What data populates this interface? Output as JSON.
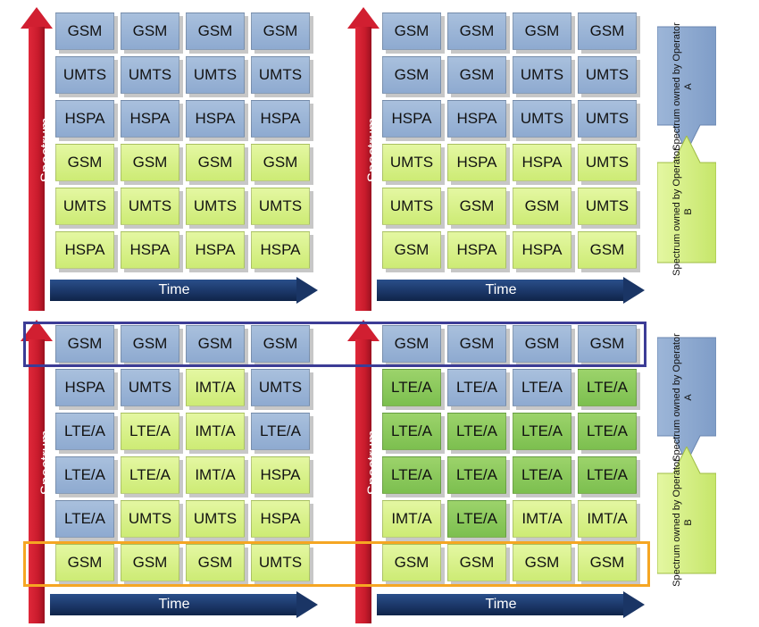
{
  "axis_labels": {
    "spectrum": "Spectrum",
    "time": "Time"
  },
  "colors": {
    "operator_a": "#8eaad0",
    "operator_b": "#cdeb75",
    "lte_highlight": "#7cbf4f",
    "spectrum_arrow": "#c81b2c",
    "time_arrow": "#1a3565",
    "top_highlight_box": "#3c3c96",
    "bottom_highlight_box": "#f5a623"
  },
  "legend": {
    "operator_a": "Spectrum owned by Operator A",
    "operator_b": "Spectrum owned by Operator B"
  },
  "panels": [
    {
      "rows": [
        [
          {
            "t": "GSM",
            "c": "blue"
          },
          {
            "t": "GSM",
            "c": "blue"
          },
          {
            "t": "GSM",
            "c": "blue"
          },
          {
            "t": "GSM",
            "c": "blue"
          }
        ],
        [
          {
            "t": "UMTS",
            "c": "blue"
          },
          {
            "t": "UMTS",
            "c": "blue"
          },
          {
            "t": "UMTS",
            "c": "blue"
          },
          {
            "t": "UMTS",
            "c": "blue"
          }
        ],
        [
          {
            "t": "HSPA",
            "c": "blue"
          },
          {
            "t": "HSPA",
            "c": "blue"
          },
          {
            "t": "HSPA",
            "c": "blue"
          },
          {
            "t": "HSPA",
            "c": "blue"
          }
        ],
        [
          {
            "t": "GSM",
            "c": "lime"
          },
          {
            "t": "GSM",
            "c": "lime"
          },
          {
            "t": "GSM",
            "c": "lime"
          },
          {
            "t": "GSM",
            "c": "lime"
          }
        ],
        [
          {
            "t": "UMTS",
            "c": "lime"
          },
          {
            "t": "UMTS",
            "c": "lime"
          },
          {
            "t": "UMTS",
            "c": "lime"
          },
          {
            "t": "UMTS",
            "c": "lime"
          }
        ],
        [
          {
            "t": "HSPA",
            "c": "lime"
          },
          {
            "t": "HSPA",
            "c": "lime"
          },
          {
            "t": "HSPA",
            "c": "lime"
          },
          {
            "t": "HSPA",
            "c": "lime"
          }
        ]
      ]
    },
    {
      "rows": [
        [
          {
            "t": "GSM",
            "c": "blue"
          },
          {
            "t": "GSM",
            "c": "blue"
          },
          {
            "t": "GSM",
            "c": "blue"
          },
          {
            "t": "GSM",
            "c": "blue"
          }
        ],
        [
          {
            "t": "GSM",
            "c": "blue"
          },
          {
            "t": "GSM",
            "c": "blue"
          },
          {
            "t": "UMTS",
            "c": "blue"
          },
          {
            "t": "UMTS",
            "c": "blue"
          }
        ],
        [
          {
            "t": "HSPA",
            "c": "blue"
          },
          {
            "t": "HSPA",
            "c": "blue"
          },
          {
            "t": "UMTS",
            "c": "blue"
          },
          {
            "t": "UMTS",
            "c": "blue"
          }
        ],
        [
          {
            "t": "UMTS",
            "c": "lime"
          },
          {
            "t": "HSPA",
            "c": "lime"
          },
          {
            "t": "HSPA",
            "c": "lime"
          },
          {
            "t": "UMTS",
            "c": "lime"
          }
        ],
        [
          {
            "t": "UMTS",
            "c": "lime"
          },
          {
            "t": "GSM",
            "c": "lime"
          },
          {
            "t": "GSM",
            "c": "lime"
          },
          {
            "t": "UMTS",
            "c": "lime"
          }
        ],
        [
          {
            "t": "GSM",
            "c": "lime"
          },
          {
            "t": "HSPA",
            "c": "lime"
          },
          {
            "t": "HSPA",
            "c": "lime"
          },
          {
            "t": "GSM",
            "c": "lime"
          }
        ]
      ]
    },
    {
      "rows": [
        [
          {
            "t": "GSM",
            "c": "blue"
          },
          {
            "t": "GSM",
            "c": "blue"
          },
          {
            "t": "GSM",
            "c": "blue"
          },
          {
            "t": "GSM",
            "c": "blue"
          }
        ],
        [
          {
            "t": "HSPA",
            "c": "blue"
          },
          {
            "t": "UMTS",
            "c": "blue"
          },
          {
            "t": "IMT/A",
            "c": "lime"
          },
          {
            "t": "UMTS",
            "c": "blue"
          }
        ],
        [
          {
            "t": "LTE/A",
            "c": "blue"
          },
          {
            "t": "LTE/A",
            "c": "lime"
          },
          {
            "t": "IMT/A",
            "c": "lime"
          },
          {
            "t": "LTE/A",
            "c": "blue"
          }
        ],
        [
          {
            "t": "LTE/A",
            "c": "blue"
          },
          {
            "t": "LTE/A",
            "c": "lime"
          },
          {
            "t": "IMT/A",
            "c": "lime"
          },
          {
            "t": "HSPA",
            "c": "lime"
          }
        ],
        [
          {
            "t": "LTE/A",
            "c": "blue"
          },
          {
            "t": "UMTS",
            "c": "lime"
          },
          {
            "t": "UMTS",
            "c": "lime"
          },
          {
            "t": "HSPA",
            "c": "lime"
          }
        ],
        [
          {
            "t": "GSM",
            "c": "lime"
          },
          {
            "t": "GSM",
            "c": "lime"
          },
          {
            "t": "GSM",
            "c": "lime"
          },
          {
            "t": "UMTS",
            "c": "lime"
          }
        ]
      ]
    },
    {
      "rows": [
        [
          {
            "t": "GSM",
            "c": "blue"
          },
          {
            "t": "GSM",
            "c": "blue"
          },
          {
            "t": "GSM",
            "c": "blue"
          },
          {
            "t": "GSM",
            "c": "blue"
          }
        ],
        [
          {
            "t": "LTE/A",
            "c": "green"
          },
          {
            "t": "LTE/A",
            "c": "blue"
          },
          {
            "t": "LTE/A",
            "c": "blue"
          },
          {
            "t": "LTE/A",
            "c": "green"
          }
        ],
        [
          {
            "t": "LTE/A",
            "c": "green"
          },
          {
            "t": "LTE/A",
            "c": "green"
          },
          {
            "t": "LTE/A",
            "c": "green"
          },
          {
            "t": "LTE/A",
            "c": "green"
          }
        ],
        [
          {
            "t": "LTE/A",
            "c": "green"
          },
          {
            "t": "LTE/A",
            "c": "green"
          },
          {
            "t": "LTE/A",
            "c": "green"
          },
          {
            "t": "LTE/A",
            "c": "green"
          }
        ],
        [
          {
            "t": "IMT/A",
            "c": "lime"
          },
          {
            "t": "LTE/A",
            "c": "green"
          },
          {
            "t": "IMT/A",
            "c": "lime"
          },
          {
            "t": "IMT/A",
            "c": "lime"
          }
        ],
        [
          {
            "t": "GSM",
            "c": "lime"
          },
          {
            "t": "GSM",
            "c": "lime"
          },
          {
            "t": "GSM",
            "c": "lime"
          },
          {
            "t": "GSM",
            "c": "lime"
          }
        ]
      ]
    }
  ]
}
